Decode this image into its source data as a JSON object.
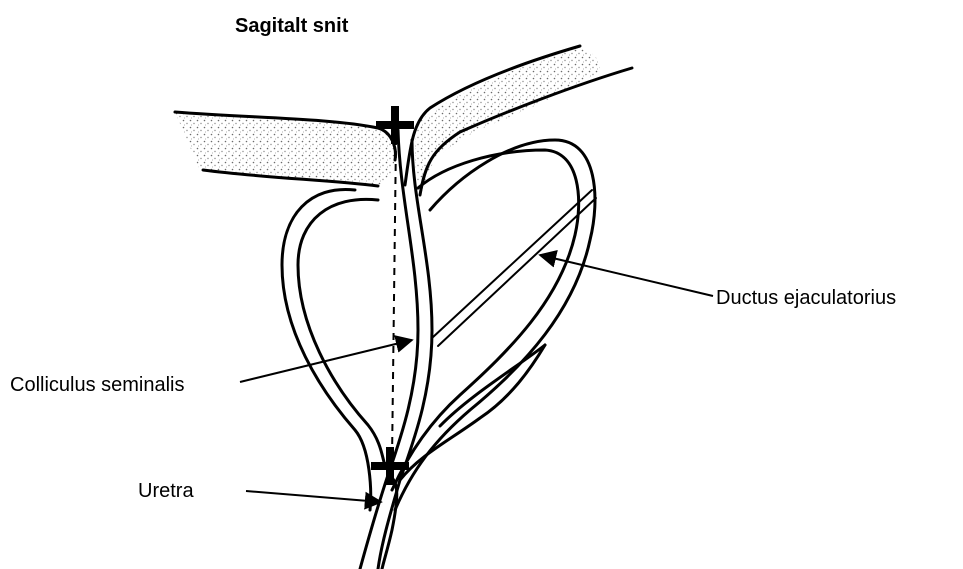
{
  "title": "Sagitalt snit",
  "labels": {
    "ductus": "Ductus ejaculatorius",
    "colliculus": "Colliculus seminalis",
    "uretra": "Uretra"
  }
}
